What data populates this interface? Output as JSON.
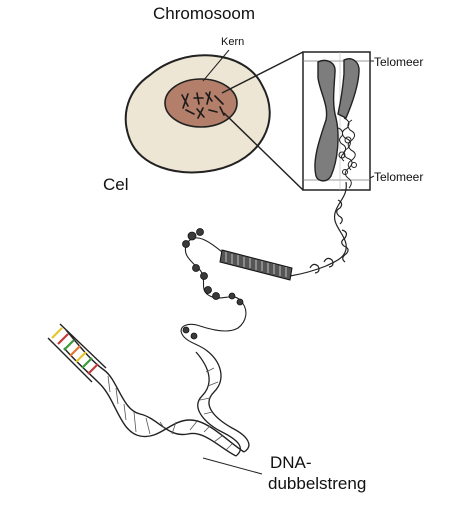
{
  "labels": {
    "chromosome": "Chromosoom",
    "nucleus": "Kern",
    "cell": "Cel",
    "telomere_top": "Telomeer",
    "telomere_bottom": "Telomeer",
    "dna_line1": "DNA-",
    "dna_line2": "dubbelstreng"
  },
  "colors": {
    "cell_fill": "#eee6d4",
    "nucleus_fill": "#b47f6a",
    "chromosome_fill": "#7d7d7d",
    "outline": "#222222",
    "base_pairs": [
      "#e6c62a",
      "#c43a3a",
      "#3a9a3a",
      "#e07a2a"
    ]
  }
}
